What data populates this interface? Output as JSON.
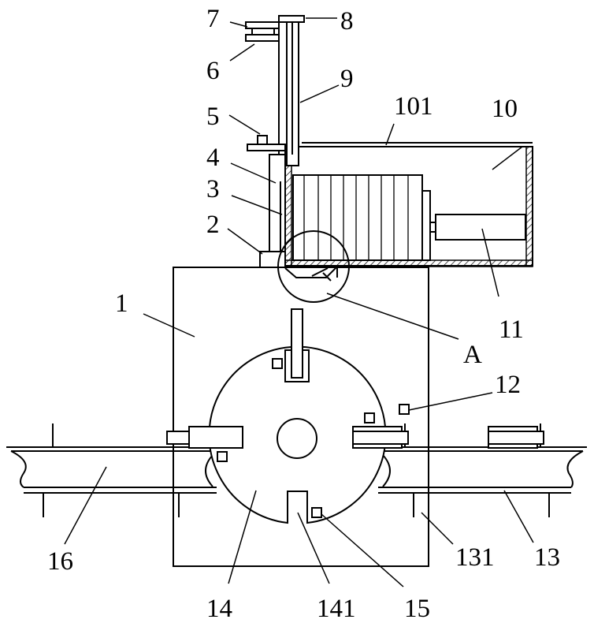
{
  "figure": {
    "labels": {
      "l1": "1",
      "l2": "2",
      "l3": "3",
      "l4": "4",
      "l5": "5",
      "l6": "6",
      "l7": "7",
      "l8": "8",
      "l9": "9",
      "l10": "10",
      "l101": "101",
      "l11": "11",
      "lA": "A",
      "l12": "12",
      "l13": "13",
      "l131": "131",
      "l14": "14",
      "l141": "141",
      "l15": "15",
      "l16": "16"
    }
  }
}
